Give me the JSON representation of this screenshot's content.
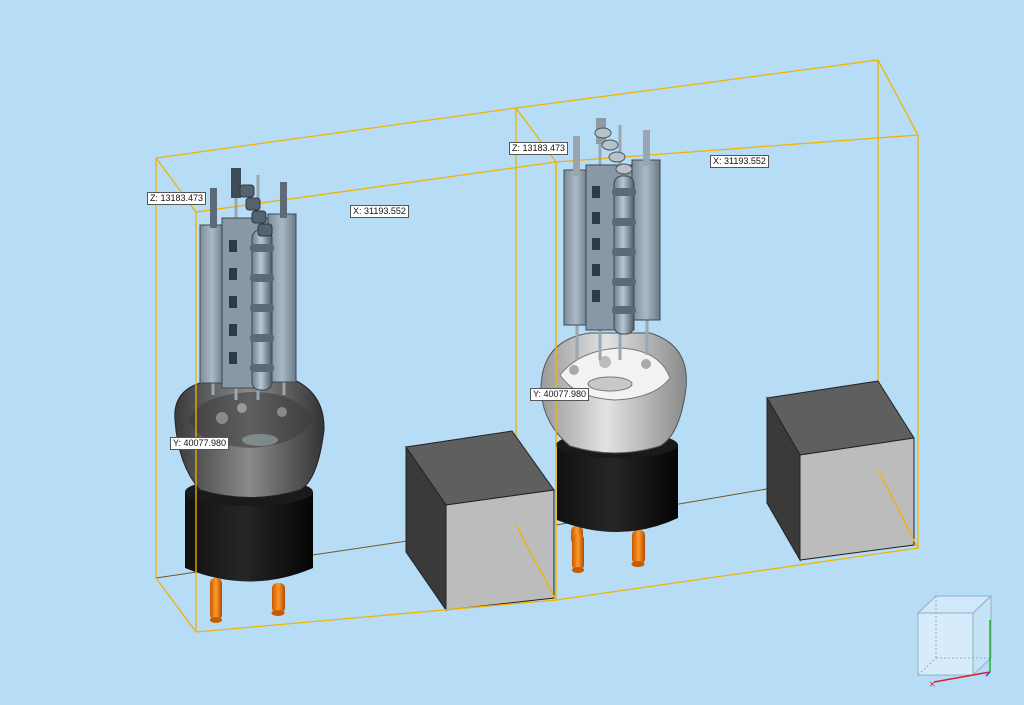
{
  "viewport": {
    "background": "#b7dcf6",
    "bbox_color": "#f0b400"
  },
  "models": [
    {
      "name": "left-tube",
      "dimensions": {
        "x": "X: 31193.552",
        "y": "Y: 40077.980",
        "z": "Z: 13183.473"
      }
    },
    {
      "name": "right-tube",
      "dimensions": {
        "x": "X: 31193.552",
        "y": "Y: 40077.980",
        "z": "Z: 13183.473"
      }
    }
  ],
  "navigation_cube": {
    "axes": [
      "x",
      "y",
      "z"
    ],
    "axis_colors": {
      "x": "#e02020",
      "y": "#20b020",
      "z": "#2050e0"
    }
  }
}
